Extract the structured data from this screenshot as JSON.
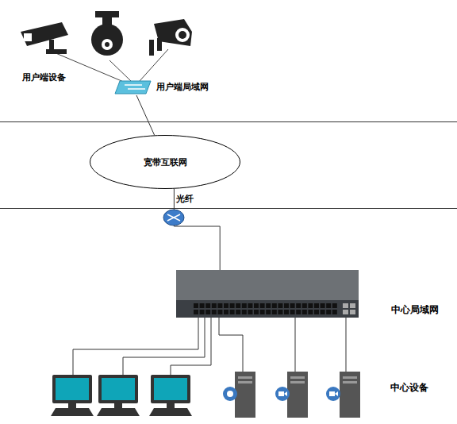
{
  "diagram": {
    "nodes": [
      {
        "text": [
          "用户端局域网"
        ]
      },
      {
        "text": [
          "宽带互联网"
        ]
      },
      {
        "text": [
          "中心局域网"
        ]
      }
    ],
    "edges": [
      {
        "from": 0,
        "to": 1,
        "arrow": "none"
      },
      {
        "from": 1,
        "to": 2,
        "arrow": "none",
        "label": "光纤"
      }
    ],
    "labels": [
      "用户端设备",
      "中心设备"
    ]
  }
}
